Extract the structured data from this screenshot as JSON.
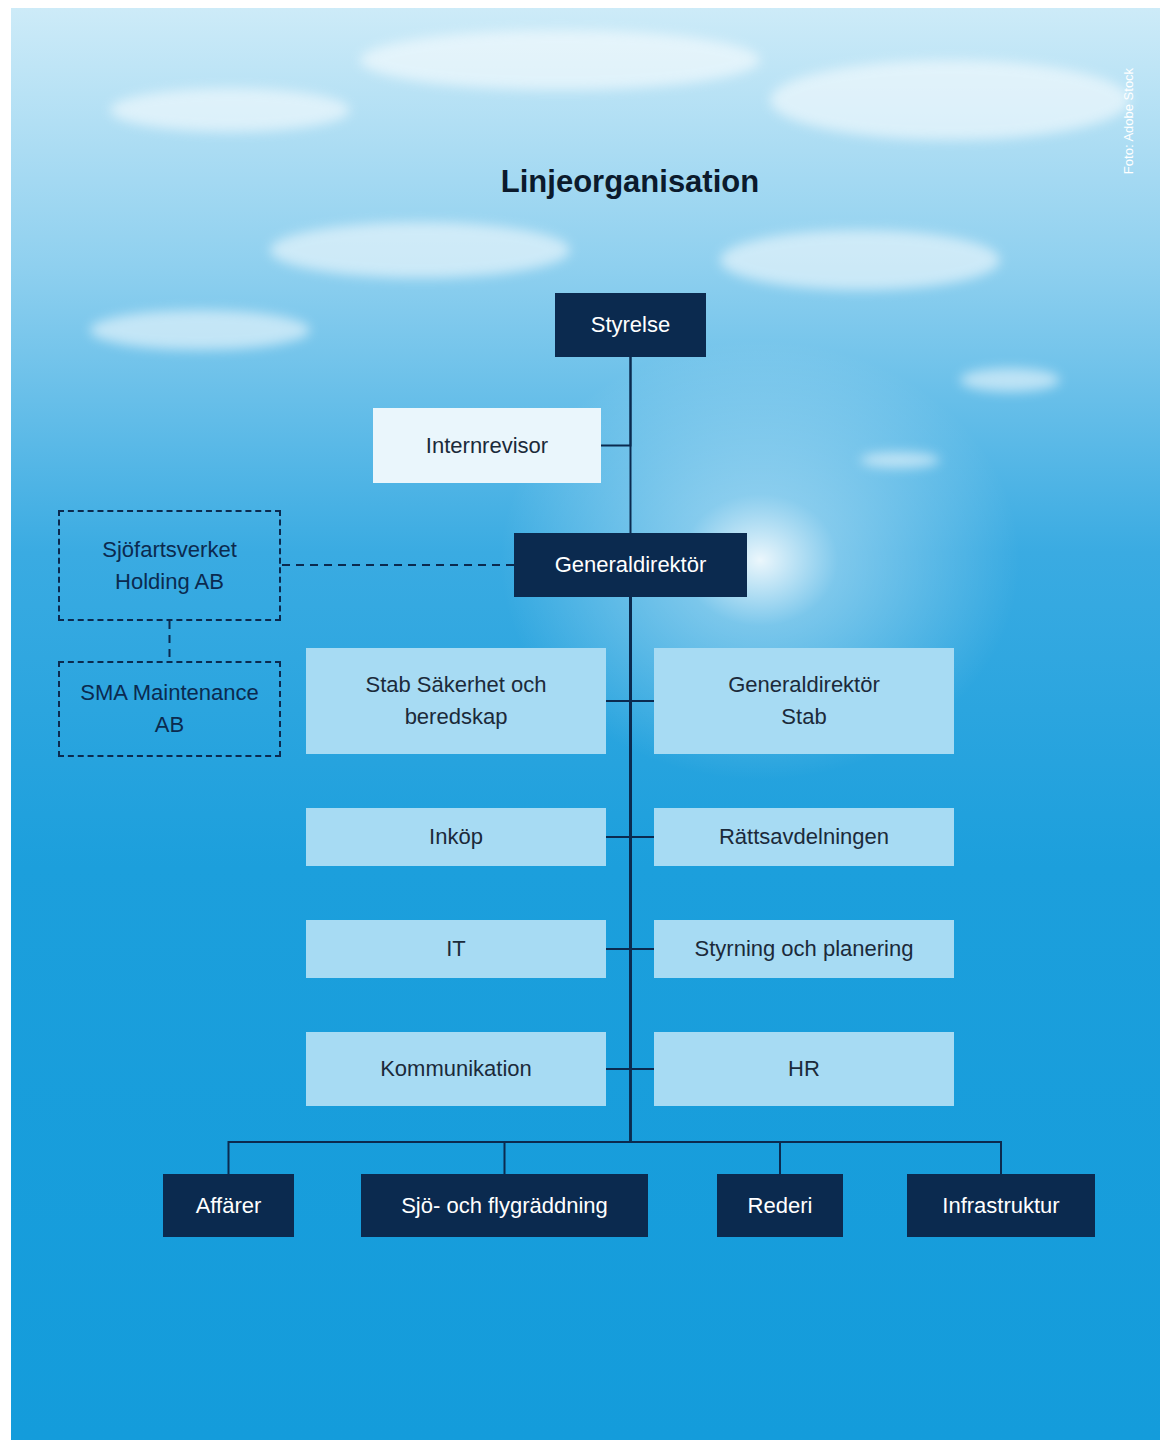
{
  "diagram": {
    "title": "Linjeorganisation",
    "nodes": [
      {
        "text": [
          "Styrelse"
        ]
      },
      {
        "text": [
          "Internrevisor"
        ]
      },
      {
        "text": [
          "Sjöfartsverket Holding AB"
        ]
      },
      {
        "text": [
          "Generaldirektör"
        ]
      },
      {
        "text": [
          "SMA Maintenance AB"
        ]
      },
      {
        "text": [
          "Stab Säkerhet och beredskap"
        ]
      },
      {
        "text": [
          "Generaldirektör Stab"
        ]
      },
      {
        "text": [
          "Inköp"
        ]
      },
      {
        "text": [
          "Rättsavdelningen"
        ]
      },
      {
        "text": [
          "IT"
        ]
      },
      {
        "text": [
          "Styrning och planering"
        ]
      },
      {
        "text": [
          "Kommunikation"
        ]
      },
      {
        "text": [
          "HR"
        ]
      },
      {
        "text": [
          "Affärer"
        ]
      },
      {
        "text": [
          "Sjö- och flygräddning"
        ]
      },
      {
        "text": [
          "Rederi"
        ]
      },
      {
        "text": [
          "Infrastruktur"
        ]
      }
    ],
    "edges": [
      {
        "from": 0,
        "to": 1,
        "arrow": "none"
      },
      {
        "from": 0,
        "to": 3,
        "arrow": "none"
      },
      {
        "from": 3,
        "to": 2,
        "arrow": "none"
      },
      {
        "from": 2,
        "to": 4,
        "arrow": "none"
      },
      {
        "from": 3,
        "to": 5,
        "arrow": "none"
      },
      {
        "from": 3,
        "to": 6,
        "arrow": "none"
      },
      {
        "from": 3,
        "to": 7,
        "arrow": "none"
      },
      {
        "from": 3,
        "to": 8,
        "arrow": "none"
      },
      {
        "from": 3,
        "to": 9,
        "arrow": "none"
      },
      {
        "from": 3,
        "to": 10,
        "arrow": "none"
      },
      {
        "from": 3,
        "to": 11,
        "arrow": "none"
      },
      {
        "from": 3,
        "to": 12,
        "arrow": "none"
      },
      {
        "from": 3,
        "to": 13,
        "arrow": "none"
      },
      {
        "from": 3,
        "to": 14,
        "arrow": "none"
      },
      {
        "from": 3,
        "to": 15,
        "arrow": "none"
      },
      {
        "from": 3,
        "to": 16,
        "arrow": "none"
      }
    ],
    "labels": [
      "Foto: Adobe Stock"
    ]
  }
}
